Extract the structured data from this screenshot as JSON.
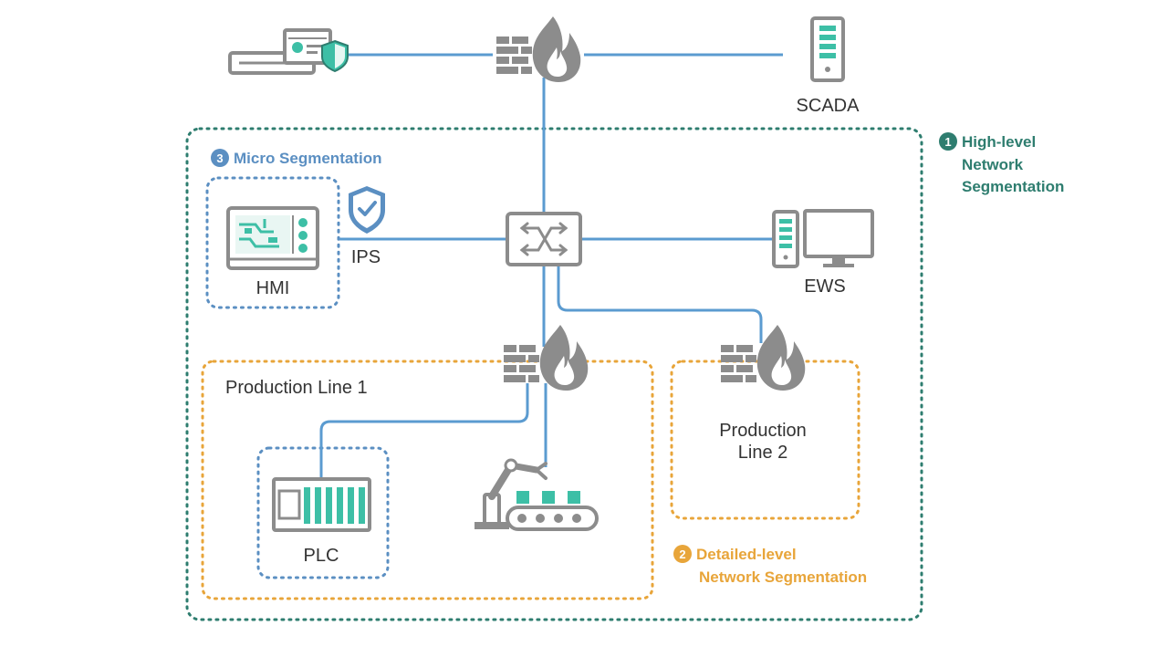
{
  "colors": {
    "link": "#5b9bd0",
    "device_gray": "#8c8c8c",
    "accent_teal": "#3dbfa6",
    "zone_high": "#2e7d6f",
    "zone_detail": "#e8a53a",
    "zone_micro": "#5b8fc2"
  },
  "nodes": {
    "scada": "SCADA",
    "hmi": "HMI",
    "ips": "IPS",
    "ews": "EWS",
    "plc": "PLC",
    "production_line_1": "Production Line 1",
    "production_line_2_a": "Production",
    "production_line_2_b": "Line 2"
  },
  "zones": {
    "high_level": {
      "num": "1",
      "line1": "High-level",
      "line2": "Network",
      "line3": "Segmentation"
    },
    "detailed": {
      "num": "2",
      "line1": "Detailed-level",
      "line2": "Network Segmentation"
    },
    "micro": {
      "num": "3",
      "title": "Micro Segmentation"
    }
  },
  "icons": [
    "server-shield-icon",
    "firewall-icon",
    "scada-server-icon",
    "switch-icon",
    "shield-check-icon",
    "hmi-panel-icon",
    "workstation-icon",
    "plc-rack-icon",
    "robot-arm-conveyor-icon"
  ]
}
